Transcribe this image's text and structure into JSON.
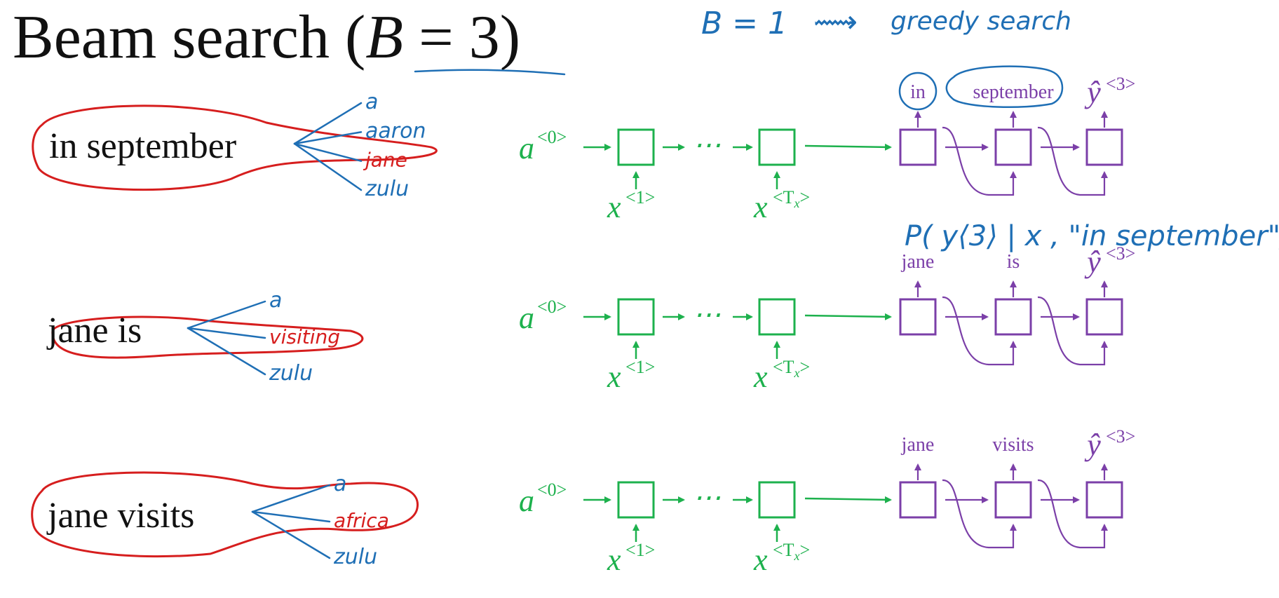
{
  "title": {
    "text": "Beam search (",
    "var": "B",
    "eq": " = 3)"
  },
  "annotation_top": {
    "b_eq": "B = 1",
    "arrow": "⟿",
    "label": "greedy search"
  },
  "prob_annotation": "P( y⟨3⟩ | x , \"in september\")",
  "rows": [
    {
      "sequence": "in september",
      "candidates": [
        "a",
        "aaron",
        "jane",
        "zulu"
      ],
      "selected": "jane",
      "outputs": [
        "in",
        "september"
      ]
    },
    {
      "sequence": "jane is",
      "candidates": [
        "a",
        "visiting",
        "zulu"
      ],
      "selected": "visiting",
      "outputs": [
        "jane",
        "is"
      ]
    },
    {
      "sequence": "jane visits",
      "candidates": [
        "a",
        "africa",
        "zulu"
      ],
      "selected": "africa",
      "outputs": [
        "jane",
        "visits"
      ]
    }
  ],
  "rnn": {
    "a0_base": "a",
    "a0_sup": "<0>",
    "x1_base": "x",
    "x1_sup": "<1>",
    "xT_base": "x",
    "xT_sup": "<T",
    "xT_sub": "x",
    "xT_close": ">",
    "dots": "⋯",
    "yhat_base": "ŷ",
    "yhat_sup": "<3>"
  },
  "colors": {
    "green": "#1db14d",
    "purple": "#7b3fa8",
    "blue": "#1f6fb5",
    "red": "#d61e1e"
  }
}
